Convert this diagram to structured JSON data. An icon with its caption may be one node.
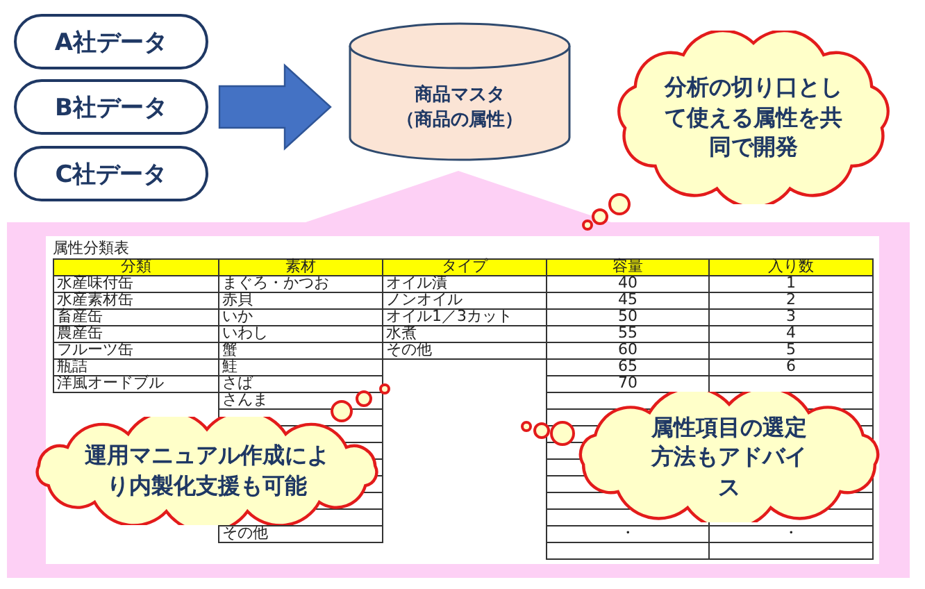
{
  "diagram": {
    "nodes": [
      {
        "text": [
          "A社データ"
        ]
      },
      {
        "text": [
          "B社データ"
        ]
      },
      {
        "text": [
          "C社データ"
        ]
      },
      {
        "text": [
          "商品マスタ",
          "（商品の属性）"
        ]
      },
      {
        "text": [
          "分析の切り口として使える属性を共同で開発"
        ]
      },
      {
        "text": [
          "運用マニュアル作成により内製化支援も可能"
        ]
      },
      {
        "text": [
          "属性項目の選定方法もアドバイス"
        ]
      }
    ],
    "edges": [
      {
        "from": 0,
        "to": 3,
        "arrow": "to"
      },
      {
        "from": 1,
        "to": 3,
        "arrow": "to"
      },
      {
        "from": 2,
        "to": 3,
        "arrow": "to"
      }
    ],
    "labels": [
      "属性分類表",
      "分類",
      "素材",
      "タイプ",
      "容量",
      "入り数",
      "水産味付缶",
      "まぐろ・かつお",
      "オイル漬",
      "40",
      "1",
      "水産素材缶",
      "赤貝",
      "ノンオイル",
      "45",
      "2",
      "畜産缶",
      "いか",
      "オイル1／3カット",
      "50",
      "3",
      "農産缶",
      "いわし",
      "水煮",
      "55",
      "4",
      "フルーツ缶",
      "蟹",
      "その他",
      "60",
      "5",
      "瓶詰",
      "鮭",
      "65",
      "6",
      "洋風オードブル",
      "さば",
      "70",
      "さんま",
      "その他",
      "・",
      "・"
    ]
  }
}
